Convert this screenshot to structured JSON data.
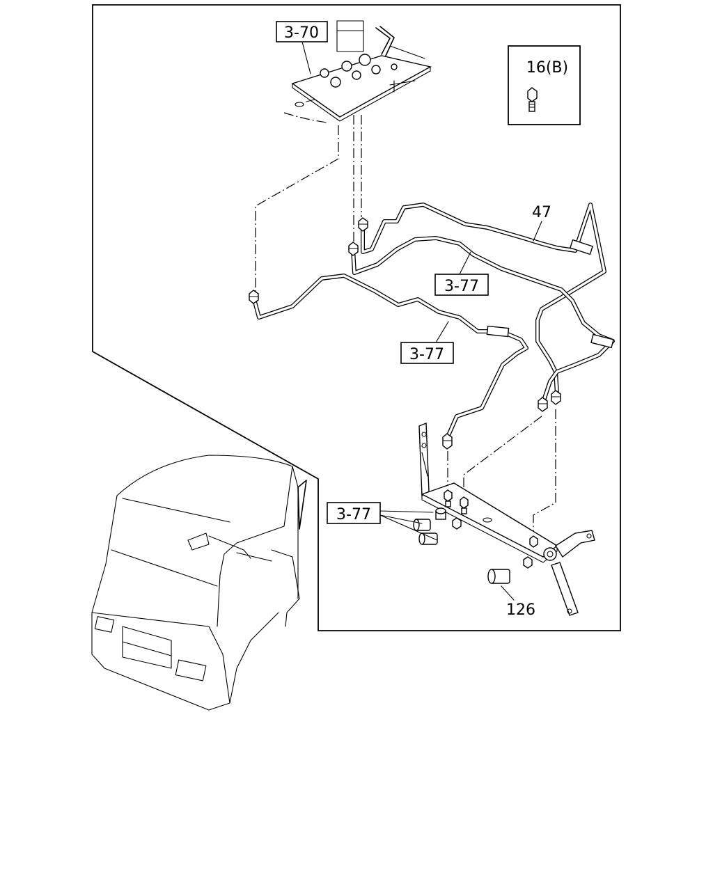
{
  "callouts": {
    "ref_3_70": "3-70",
    "ref_3_77_a": "3-77",
    "ref_3_77_b": "3-77",
    "ref_3_77_c": "3-77",
    "part_47": "47",
    "part_126": "126",
    "part_16b": "16(B)"
  }
}
